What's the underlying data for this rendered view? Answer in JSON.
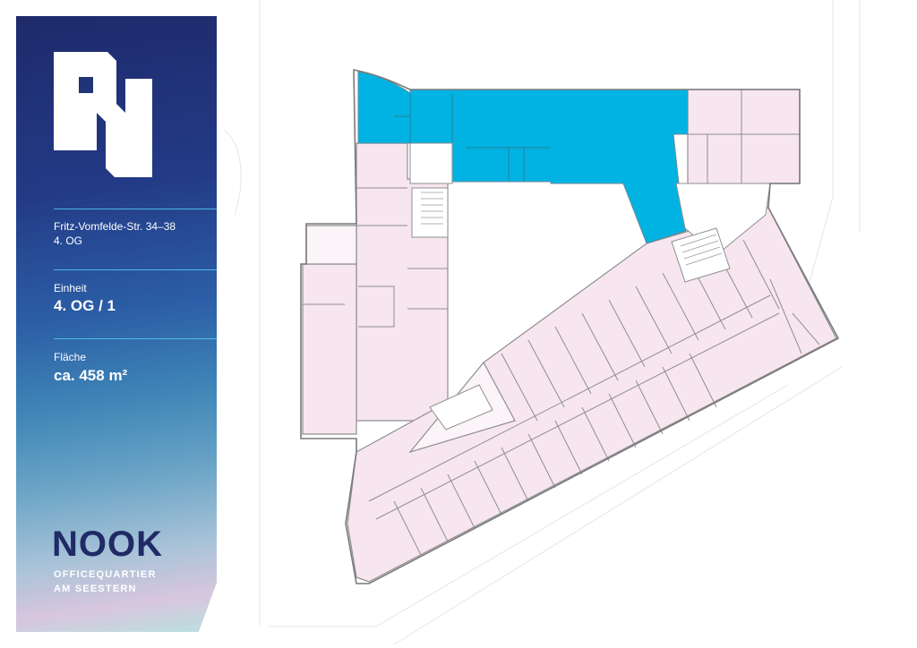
{
  "sidebar": {
    "address_line1": "Fritz-Vomfelde-Str. 34–38",
    "address_line2": "4. OG",
    "unit_label": "Einheit",
    "unit_value": "4. OG / 1",
    "area_label": "Fläche",
    "area_value": "ca. 458 m²",
    "brand_name": "NOOK",
    "brand_sub1": "OFFICEQUARTIER",
    "brand_sub2": "AM SEESTERN"
  },
  "colors": {
    "highlight_unit": "#00b3e3",
    "other_units": "#f7e6ef",
    "walls": "#8f8f8f",
    "accent_line": "#58c8f0",
    "brand_text": "#1f2a66"
  }
}
